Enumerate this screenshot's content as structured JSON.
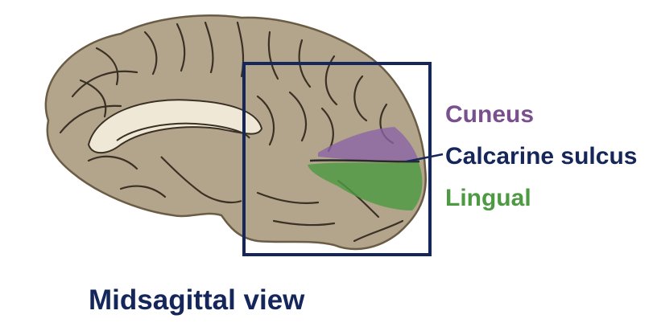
{
  "caption": "Midsagittal view",
  "labels": {
    "cuneus": "Cuneus",
    "calcarine": "Calcarine sulcus",
    "lingual": "Lingual"
  },
  "colors": {
    "cuneus": "#7a4f8e",
    "calcarine": "#15275a",
    "lingual": "#4e9a43",
    "caption": "#15275a",
    "highlight_box": "#15275a",
    "brain_fill": "#b3a58c",
    "sulcus_lines": "#3a3024",
    "corpus_callosum": "#efe8d6"
  }
}
